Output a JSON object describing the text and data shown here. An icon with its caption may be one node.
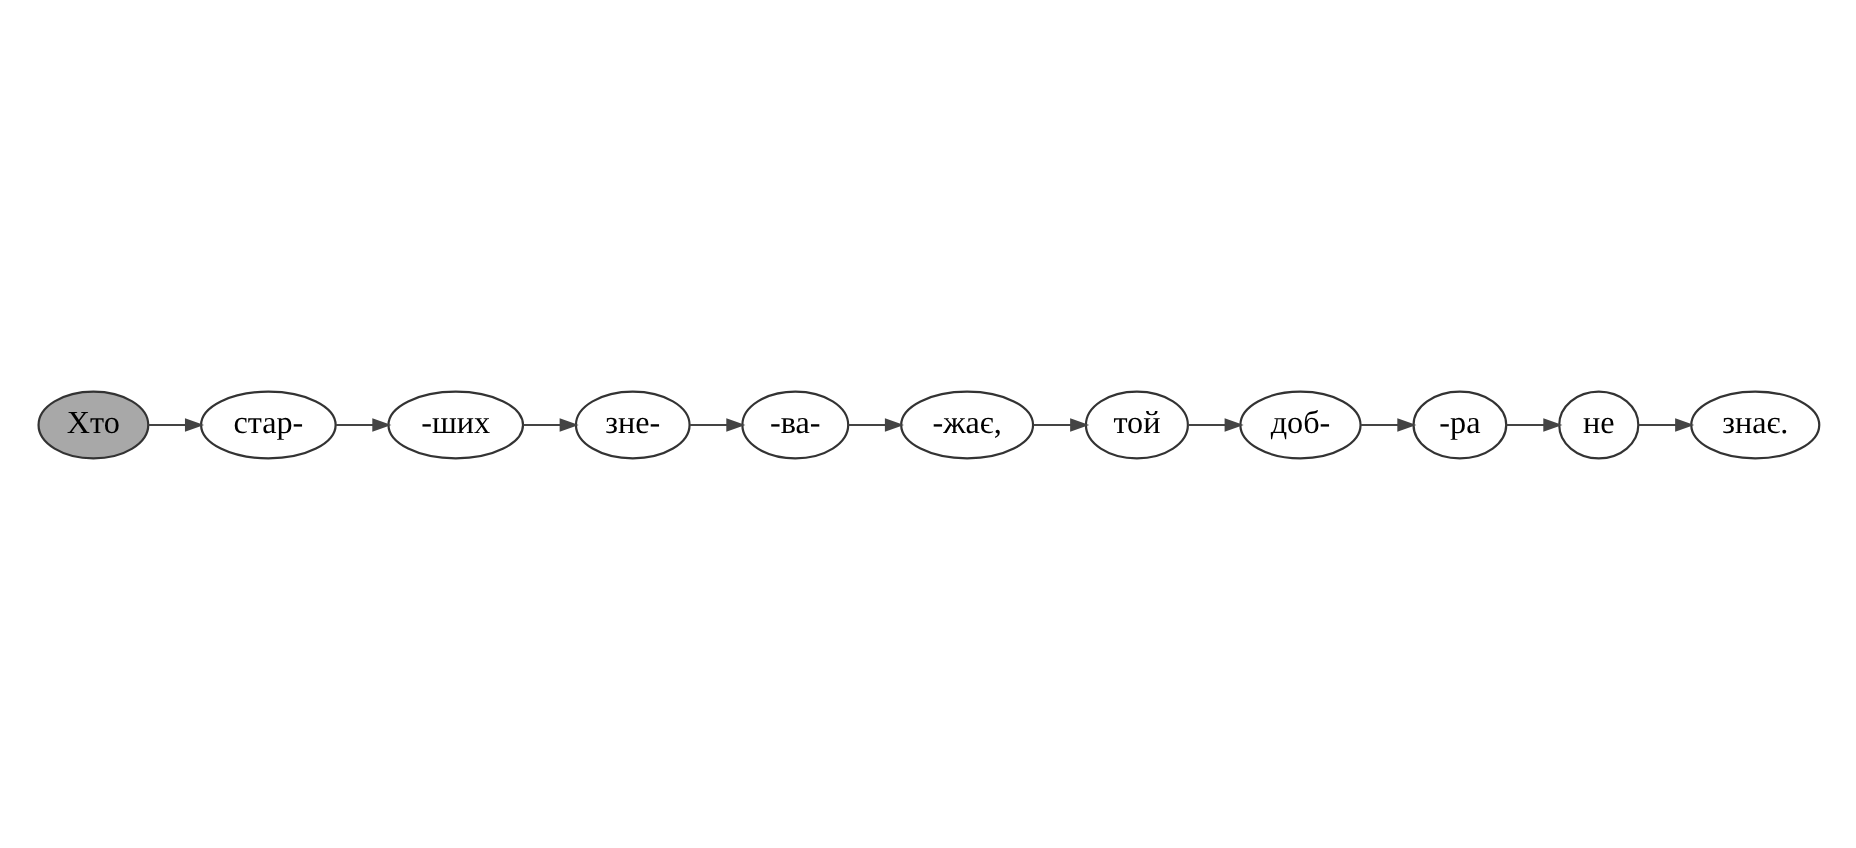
{
  "diagram": {
    "nodes": [
      {
        "text": [
          "Хто"
        ]
      },
      {
        "text": [
          "стар-"
        ]
      },
      {
        "text": [
          "-ших"
        ]
      },
      {
        "text": [
          "не"
        ]
      },
      {
        "text": [
          "знає."
        ]
      },
      {
        "text": [
          "-ра"
        ]
      },
      {
        "text": [
          "доб-"
        ]
      },
      {
        "text": [
          "зне-"
        ]
      },
      {
        "text": [
          "-ва-"
        ]
      },
      {
        "text": [
          "-жає,"
        ]
      },
      {
        "text": [
          "той"
        ]
      }
    ],
    "edges": [
      {
        "from": 0,
        "to": 1,
        "arrow": "to"
      },
      {
        "from": 1,
        "to": 2,
        "arrow": "to"
      },
      {
        "from": 2,
        "to": 7,
        "arrow": "to"
      },
      {
        "from": 7,
        "to": 8,
        "arrow": "to"
      },
      {
        "from": 8,
        "to": 9,
        "arrow": "to"
      },
      {
        "from": 9,
        "to": 10,
        "arrow": "to"
      },
      {
        "from": 10,
        "to": 6,
        "arrow": "to"
      },
      {
        "from": 6,
        "to": 5,
        "arrow": "to"
      },
      {
        "from": 5,
        "to": 3,
        "arrow": "to"
      },
      {
        "from": 3,
        "to": 4,
        "arrow": "to"
      }
    ]
  }
}
